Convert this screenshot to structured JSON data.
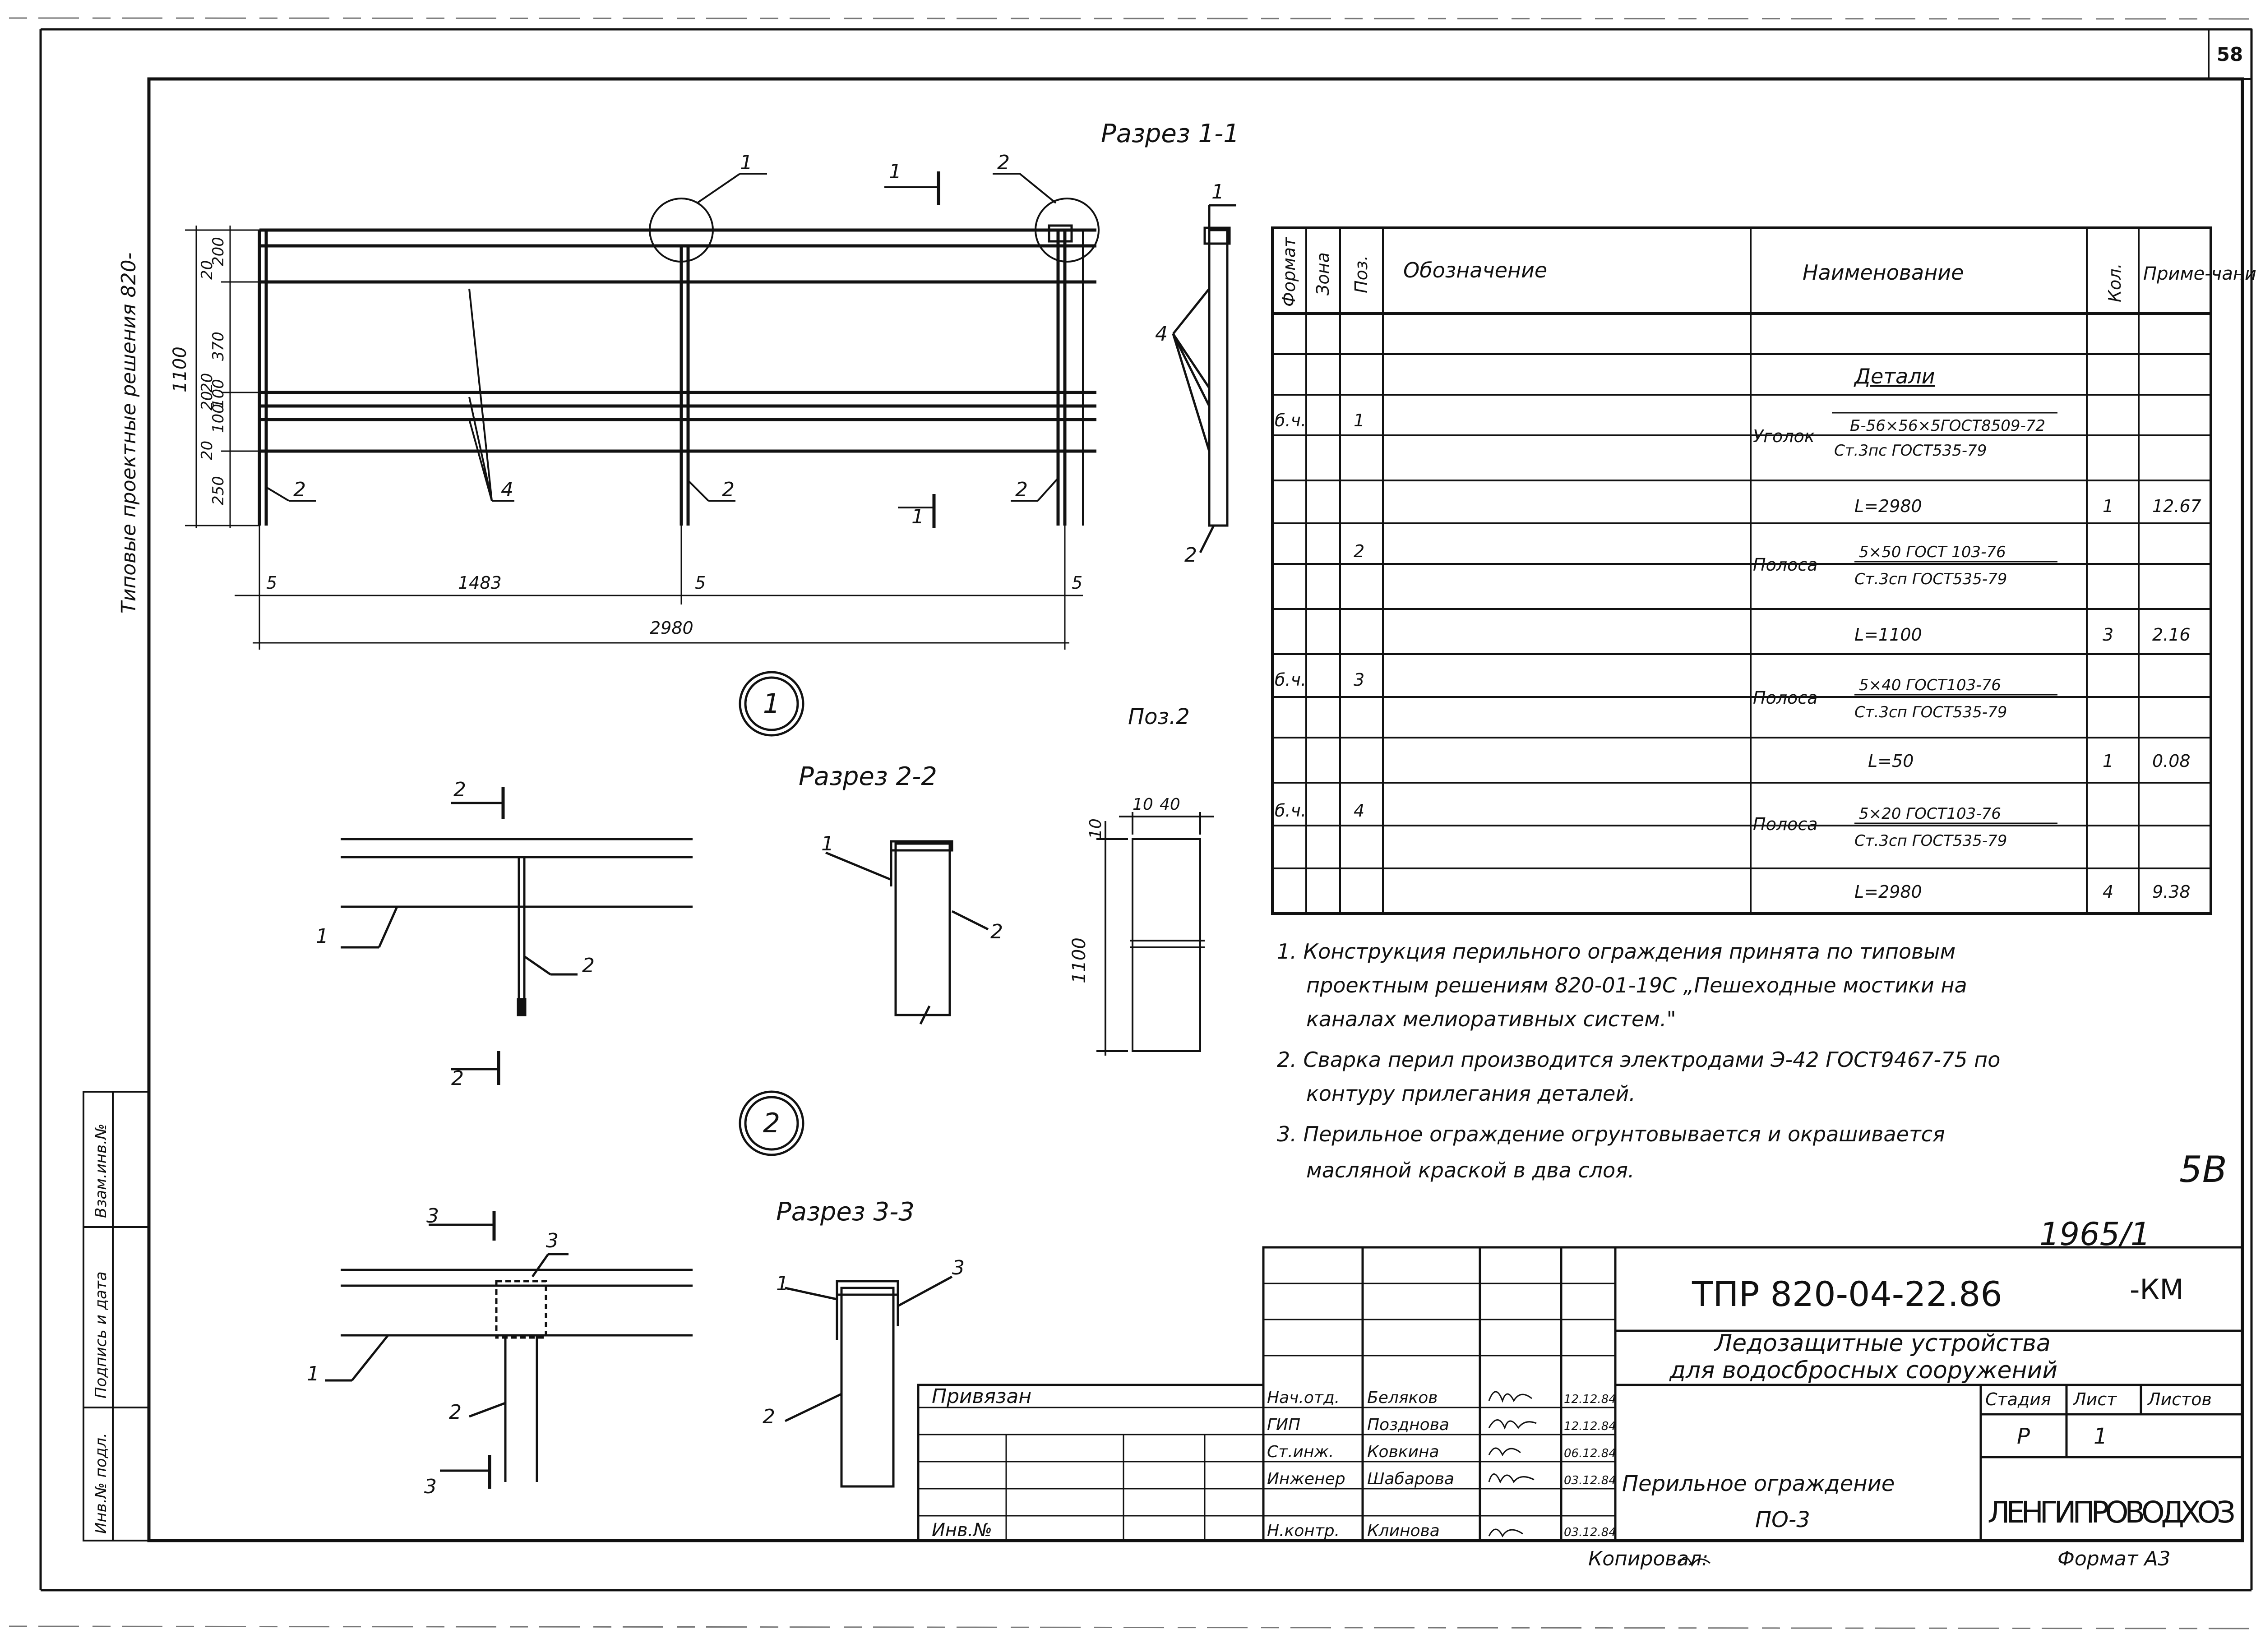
{
  "sheet_number": "58",
  "side_label": "Типовые проектные решения 820-",
  "section_1_1": {
    "title": "Разрез 1-1",
    "callouts": [
      "1",
      "2",
      "1",
      "2",
      "2",
      "2",
      "4",
      "1",
      "1",
      "4",
      "2"
    ],
    "dims_vertical": [
      "1100",
      "200",
      "20",
      "370",
      "20",
      "20",
      "100",
      "100",
      "20",
      "250"
    ],
    "dims_horizontal": [
      "5",
      "1483",
      "5",
      "5",
      "2980"
    ]
  },
  "view_circle_1": "1",
  "view_circle_2": "2",
  "poz2_label": "Поз.2",
  "poz2_dims": [
    "10",
    "40",
    "10",
    "1100"
  ],
  "section_2_2": {
    "title": "Разрез 2-2",
    "marks": [
      "2",
      "2",
      "1",
      "2",
      "1",
      "2"
    ]
  },
  "section_3_3": {
    "title": "Разрез 3-3",
    "marks": [
      "3",
      "3",
      "3",
      "1",
      "2",
      "1",
      "3",
      "2"
    ]
  },
  "spec_table": {
    "headers": {
      "format": "Формат",
      "zone": "Зона",
      "pos": "Поз.",
      "designation": "Обозначение",
      "name": "Наименование",
      "qty": "Кол.",
      "note": "Приме-чание"
    },
    "section_title": "Детали",
    "rows": [
      {
        "format": "б.ч.",
        "pos": "1",
        "prefix": "Уголок",
        "top": "Б-56×56×5ГОСТ8509-72",
        "bottom": "Ст.3пс ГОСТ535-79",
        "length": "L=2980",
        "qty": "1",
        "note": "12.67"
      },
      {
        "format": "",
        "pos": "2",
        "prefix": "Полоса",
        "top": "5×50 ГОСТ 103-76",
        "bottom": "Ст.3сп ГОСТ535-79",
        "length": "L=1100",
        "qty": "3",
        "note": "2.16"
      },
      {
        "format": "б.ч.",
        "pos": "3",
        "prefix": "Полоса",
        "top": "5×40 ГОСТ103-76",
        "bottom": "Ст.3сп ГОСТ535-79",
        "length": "L=50",
        "qty": "1",
        "note": "0.08"
      },
      {
        "format": "б.ч.",
        "pos": "4",
        "prefix": "Полоса",
        "top": "5×20 ГОСТ103-76",
        "bottom": "Ст.3сп ГОСТ535-79",
        "length": "L=2980",
        "qty": "4",
        "note": "9.38"
      }
    ]
  },
  "notes": [
    "1. Конструкция перильного ограждения принята по типовым",
    "проектным решениям 820-01-19С „Пешеходные мостики на",
    "каналах мелиоративных систем.\"",
    "2. Сварка перил производится электродами Э-42 ГОСТ9467-75 по",
    "контуру прилегания деталей.",
    "3. Перильное ограждение огрунтовывается и окрашивается",
    "масляной краской в два слоя."
  ],
  "stamp_5b": "5В",
  "handwritten_number": "1965/1",
  "title_block": {
    "code": "ТПР 820-04-22.86",
    "code_suffix": "-КМ",
    "project_line1": "Ледозащитные устройства",
    "project_line2": "для водосбросных сооружений",
    "drawing_name": "Перильное ограждение",
    "drawing_mark": "ПО-3",
    "stage_label": "Стадия",
    "sheet_label": "Лист",
    "sheets_label": "Листов",
    "stage": "Р",
    "sheet": "1",
    "organization": "ЛЕНГИПРОВОДХОЗ",
    "linked_label": "Привязан",
    "inv_label": "Инв.№",
    "copied_label": "Копировал:",
    "format_label": "Формат А3",
    "signers": [
      {
        "role": "Нач.отд.",
        "name": "Беляков",
        "date": "12.12.84"
      },
      {
        "role": "ГИП",
        "name": "Позднова",
        "date": "12.12.84"
      },
      {
        "role": "Ст.инж.",
        "name": "Ковкина",
        "date": "06.12.84"
      },
      {
        "role": "Инженер",
        "name": "Шабарова",
        "date": "03.12.84"
      },
      {
        "role": "Н.контр.",
        "name": "Клинова",
        "date": "03.12.84"
      }
    ]
  },
  "left_stamp": [
    "Взам.инв.№",
    "Подпись и дата",
    "Инв.№ подл."
  ]
}
